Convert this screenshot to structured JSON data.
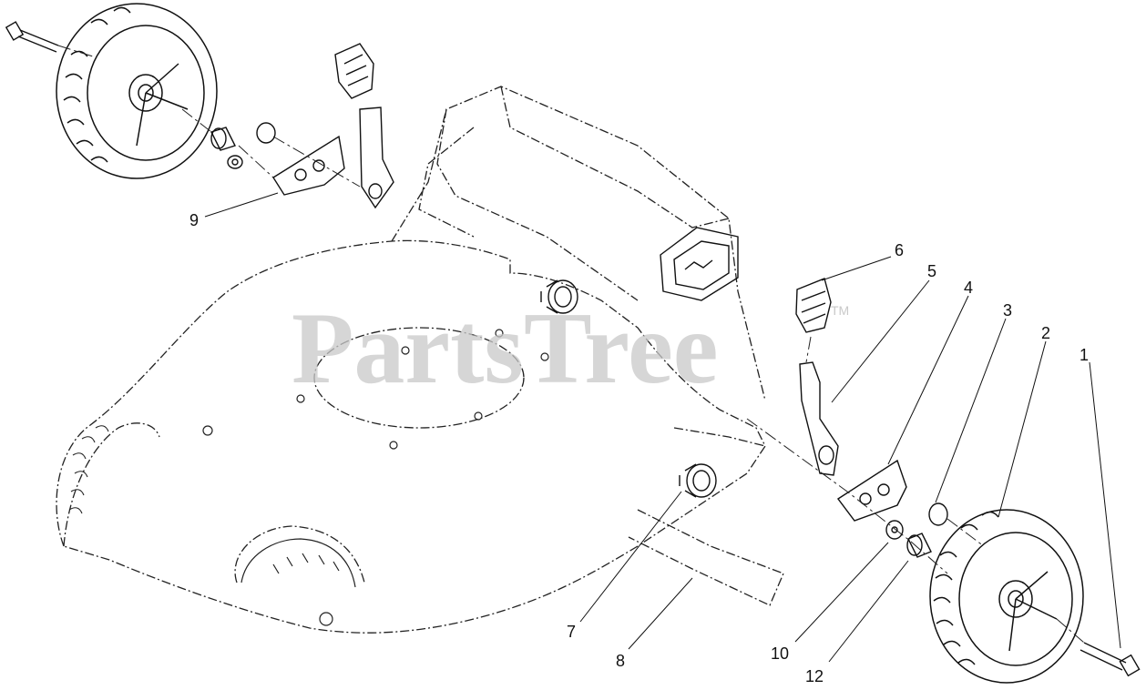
{
  "watermark": {
    "text": "PartsTree",
    "trademark": "TM"
  },
  "callouts": [
    "1",
    "2",
    "3",
    "4",
    "5",
    "6",
    "7",
    "8",
    "9",
    "10",
    "12"
  ],
  "colors": {
    "line": "#111111",
    "dash": "#222222",
    "watermark": "#c9c9c9",
    "background": "#ffffff"
  }
}
